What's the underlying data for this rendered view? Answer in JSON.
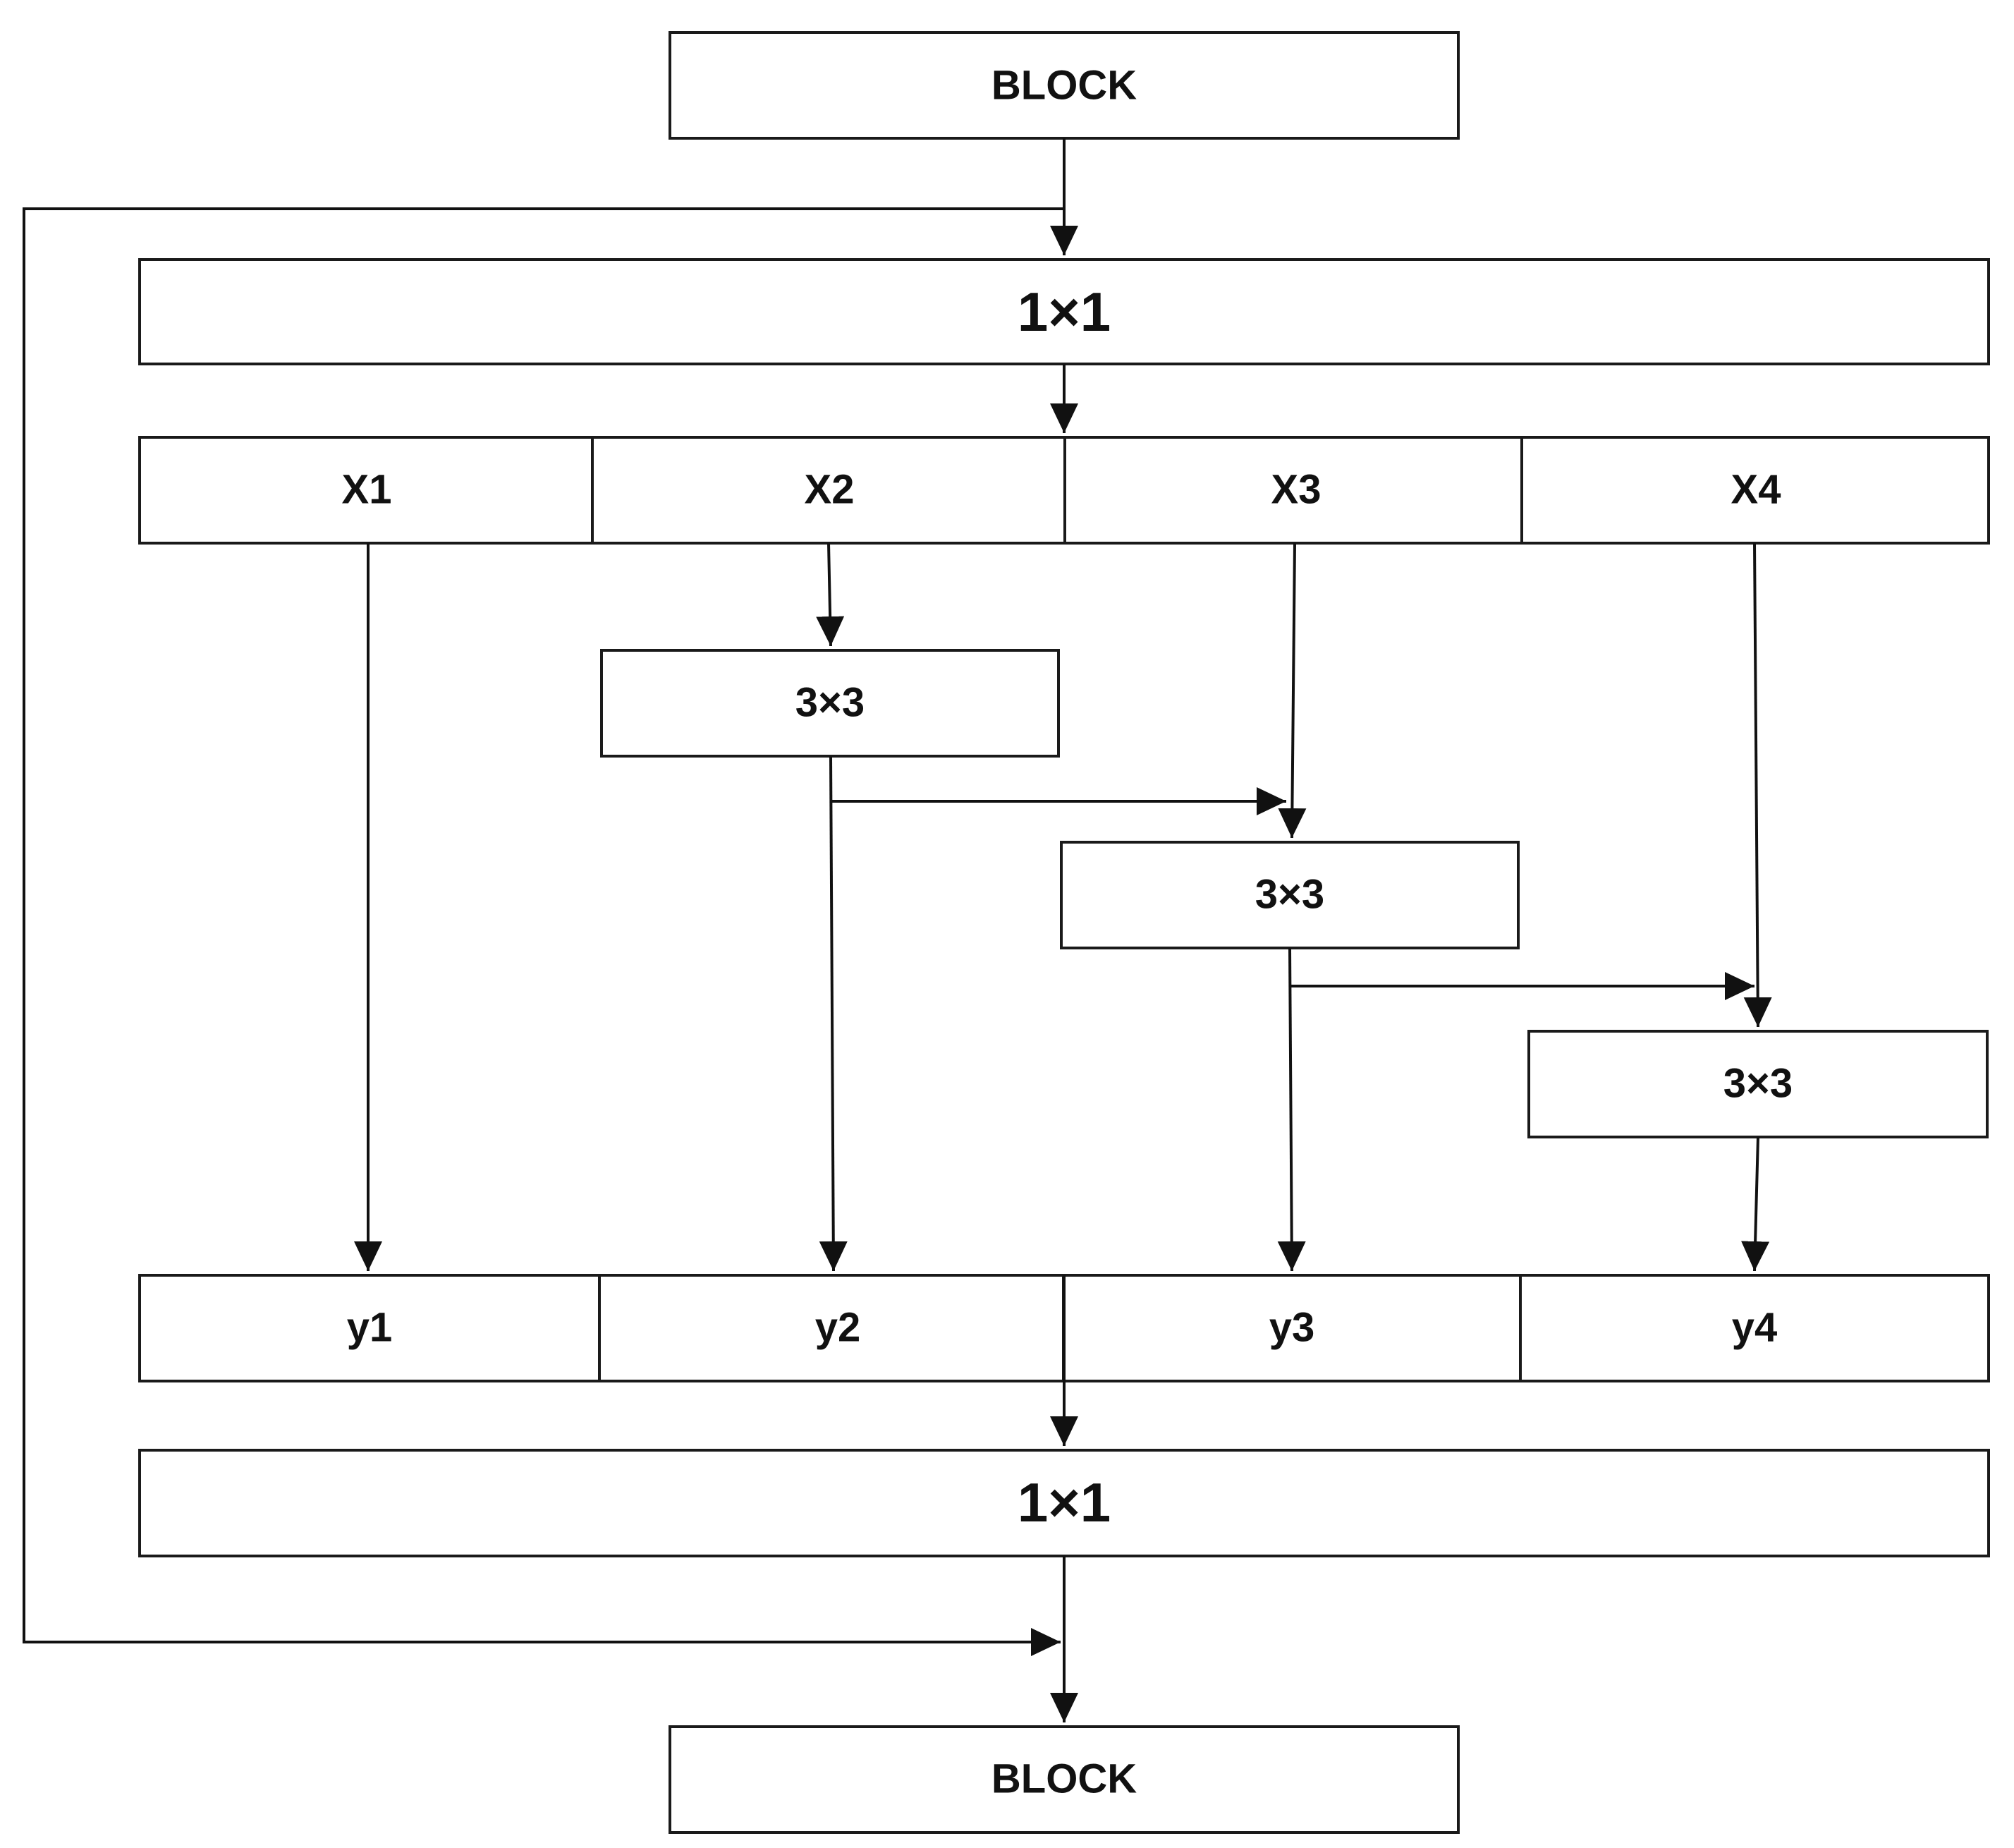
{
  "top_block": "BLOCK",
  "bottom_block": "BLOCK",
  "conv_in": "1×1",
  "conv_out": "1×1",
  "splits": [
    "X1",
    "X2",
    "X3",
    "X4"
  ],
  "convs": [
    "3×3",
    "3×3",
    "3×3"
  ],
  "outputs": [
    "y1",
    "y2",
    "y3",
    "y4"
  ],
  "colors": {
    "stroke": "#111111",
    "fill": "#ffffff"
  }
}
